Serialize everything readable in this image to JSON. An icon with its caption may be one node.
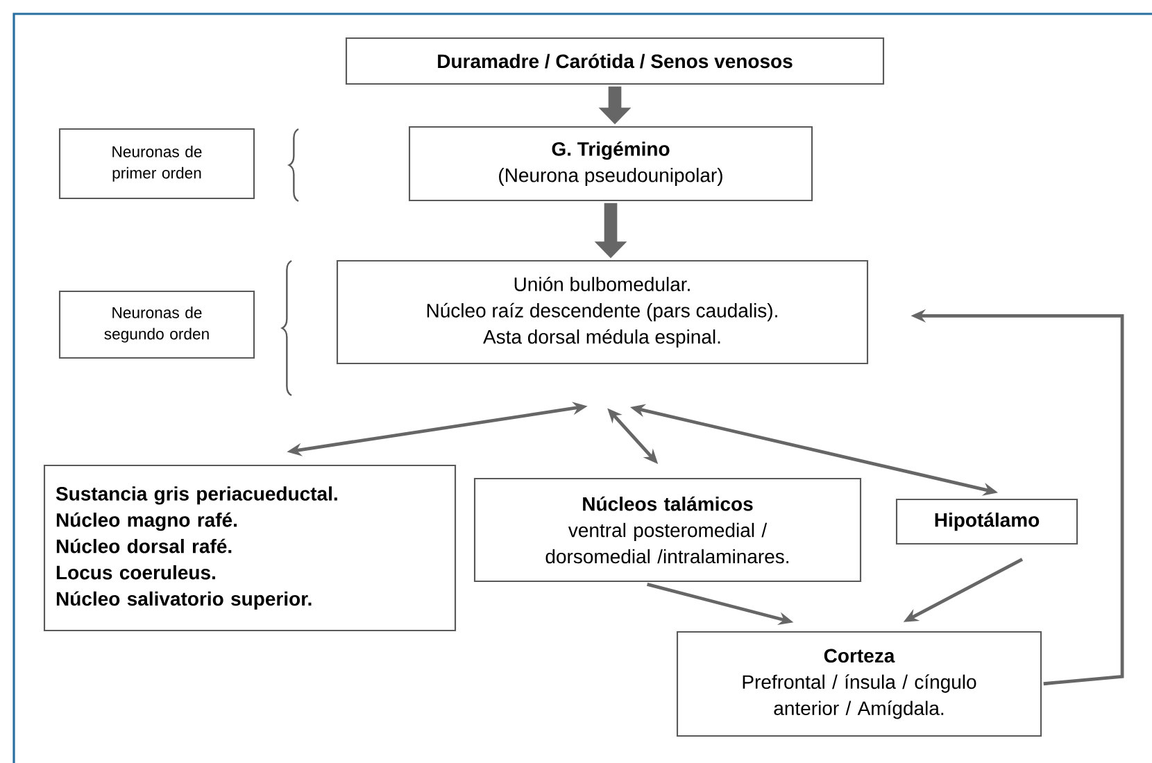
{
  "diagram": {
    "nodes": [
      {
        "text": [
          "Duramadre / Carótida / Senos venosos"
        ]
      },
      {
        "text": [
          "Neuronas de primer orden"
        ]
      },
      {
        "text": [
          "G. Trigémino",
          "(Neurona pseudounipolar)"
        ]
      },
      {
        "text": [
          "Neuronas de segundo orden"
        ]
      },
      {
        "text": [
          "Unión bulbomedular.",
          "Núcleo raíz descendente (pars caudalis).",
          "Asta dorsal médula espinal."
        ]
      },
      {
        "text": [
          "Sustancia gris periacueductal.",
          "Núcleo magno rafé.",
          "Núcleo dorsal rafé.",
          "Locus coeruleus.",
          "Núcleo salivatorio superior."
        ]
      },
      {
        "text": [
          "Núcleos talámicos",
          "ventral posteromedial / dorsomedial /intralaminares."
        ]
      },
      {
        "text": [
          "Hipotálamo"
        ]
      },
      {
        "text": [
          "Corteza",
          "Prefrontal / ínsula / cíngulo anterior / Amígdala."
        ]
      }
    ],
    "edges": [
      {
        "from": 0,
        "to": 2,
        "arrow": "to",
        "style": "thick"
      },
      {
        "from": 2,
        "to": 4,
        "arrow": "to",
        "style": "thick"
      },
      {
        "from": 4,
        "to": 5,
        "arrow": "both"
      },
      {
        "from": 4,
        "to": 6,
        "arrow": "both"
      },
      {
        "from": 4,
        "to": 7,
        "arrow": "both"
      },
      {
        "from": 6,
        "to": 8,
        "arrow": "to"
      },
      {
        "from": 7,
        "to": 8,
        "arrow": "to"
      },
      {
        "from": 8,
        "to": 4,
        "arrow": "to"
      }
    ]
  }
}
